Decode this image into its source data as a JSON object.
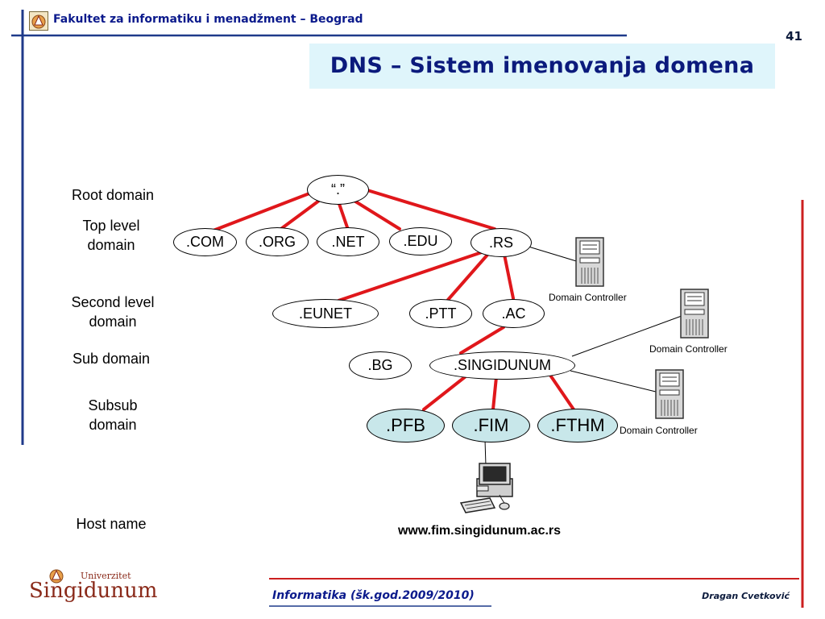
{
  "header": {
    "faculty": "Fakultet za informatiku i menadžment – Beograd",
    "page_number": "41"
  },
  "title": "DNS – Sistem imenovanja domena",
  "levels": {
    "root": "Root domain",
    "top_level": [
      "Top level",
      "domain"
    ],
    "second_level": [
      "Second level",
      "domain"
    ],
    "sub": "Sub domain",
    "subsub": [
      "Subsub",
      "domain"
    ],
    "host": "Host name"
  },
  "nodes": {
    "root": "“.”",
    "com": ".COM",
    "org": ".ORG",
    "net": ".NET",
    "edu": ".EDU",
    "rs": ".RS",
    "eunet": ".EUNET",
    "ptt": ".PTT",
    "ac": ".AC",
    "bg": ".BG",
    "singidunum": ".SINGIDUNUM",
    "pfb": ".PFB",
    "fim": ".FIM",
    "fthm": ".FTHM"
  },
  "domain_controller_label": "Domain Controller",
  "host_url": "www.fim.singidunum.ac.rs",
  "footer": {
    "course": "Informatika (šk.god.2009/2010)",
    "author": "Dragan Cvetković",
    "university_small": "Univerzitet",
    "university_big": "Singidunum"
  },
  "colors": {
    "header_text": "#0b1a8c",
    "title_background": "#dff5fb",
    "connector_red": "#e0171b",
    "frame_blue": "#1f3a8a",
    "frame_red": "#cc1f1f",
    "leaf_node_fill": "#c8e7ea"
  }
}
